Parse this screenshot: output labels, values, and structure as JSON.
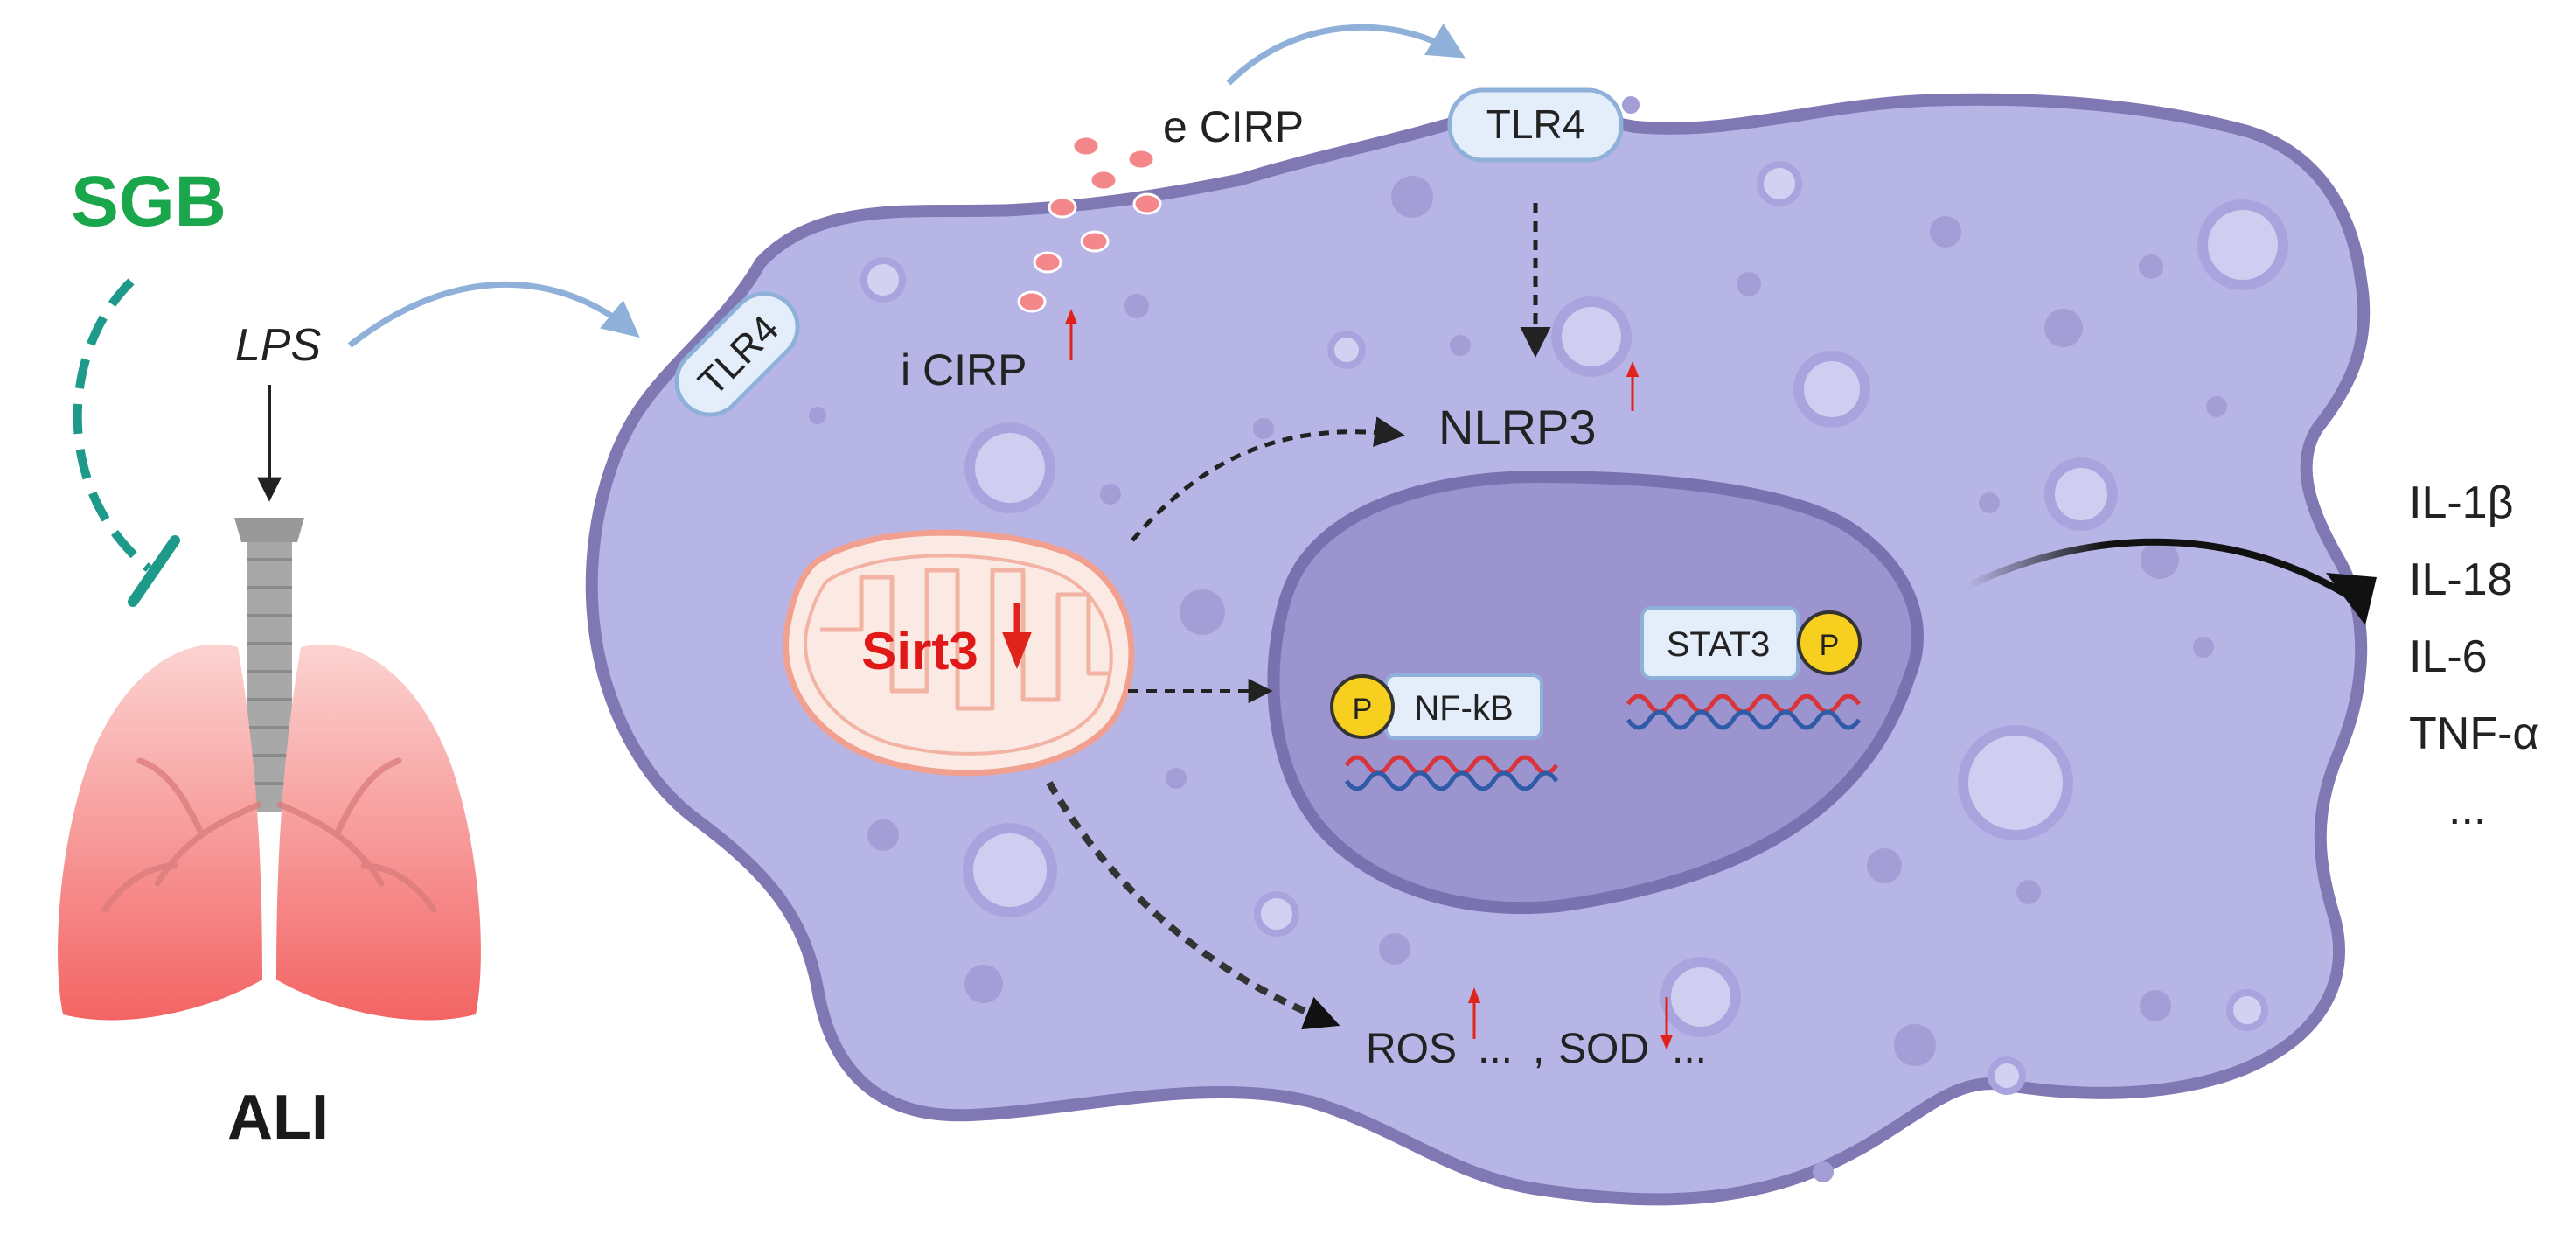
{
  "labels": {
    "sgb": "SGB",
    "lps": "LPS",
    "ali": "ALI",
    "tlr4_membrane": "TLR4",
    "tlr4_top": "TLR4",
    "e_cirp": "e CIRP",
    "i_cirp": "i CIRP",
    "nlrp3": "NLRP3",
    "sirt3": "Sirt3",
    "nfkb": "NF-kB",
    "stat3": "STAT3",
    "phospho": "P",
    "ros": "ROS",
    "sod": "SOD",
    "ellipsis_ros": "...",
    "comma": ",",
    "ellipsis_sod": "..."
  },
  "cytokines": [
    "IL-1β",
    "IL-18",
    "IL-6",
    "TNF-α",
    "..."
  ],
  "colors": {
    "cell_fill": "#b7b5e6",
    "cell_border": "#7f78b3",
    "nucleus_fill": "#9b94cf",
    "nucleus_border": "#7a72b0",
    "sgb_green": "#1aa64b",
    "inhibit_teal": "#1d9a8a",
    "up_down_arrow_red": "#e0241b",
    "sirt3_red": "#e01818",
    "receptor_fill": "#e3eefa",
    "receptor_border": "#8fb0d8",
    "phospho_yellow": "#f7cf1e",
    "dna_red": "#d8343a",
    "dna_blue": "#2f5aa8",
    "lung_red": "#f36f6f",
    "trachea_gray": "#a8a8a8",
    "curve_arrow_blue": "#8fb0d8"
  },
  "icons": [
    "lungs-icon",
    "mitochondrion-icon",
    "dna-icon",
    "phosphate-icon",
    "cirp-particle-icon"
  ]
}
